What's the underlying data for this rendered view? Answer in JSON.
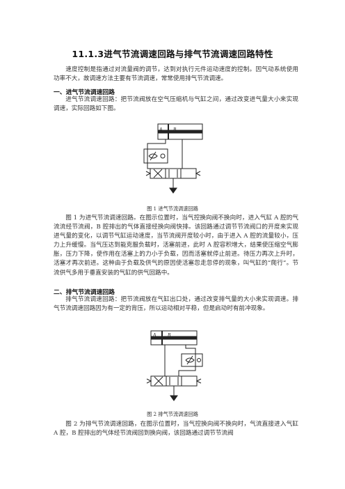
{
  "title": "11.1.3进气节流调速回路与排气节流调速回路特性",
  "intro": "速度控制是指通过对流量阀的调节，达到对执行元件运动速度的控制。因气动系统使用功率不大，故调速方法主要有节流调速，常常使用排气节流调速。",
  "section1": {
    "heading": "一、进气节流调速回路",
    "text": "进气节流调速回路：把节流阀放在空气压缩机与气缸之间，通过改变进气量大小来实现调速，实际回路如下图。",
    "figure_label_a": "A",
    "figure_label_b": "B",
    "caption": "图 1  进气节流调速回路",
    "description": "图 1 为进气节流调速回路。在图示位置时，当气控换向阀不换向时，进入气缸 A 腔的气流流经节流阀，B 腔排出的气体直接经换向阀快排。该回路通过调节节流阀口的开度来实现进气量的变化，以调节气缸运动速度，当节流阀开度较小时，由于进入 A 腔的流量较小，压力上升缓慢。当气压达到能克服负载时，活塞前进，此时 A 腔容积增大，结果使压缩空气膨胀，压力下降，使作用在活塞上的力小于负载，因而活塞就停止前进。待压力再次上升时，活塞才再次前进。这种由于负载及供气的原因使活塞忽走忽停的现象，叫气缸的“爬行”。节流供气多用于垂直安装的气缸的供气回路中。"
  },
  "section2": {
    "heading": "二、排气节流调速回路",
    "text": "排气节流调速回路：把节流阀放在气缸出口处，通过改变排气量的大小来实现调速。排气节流调速回路因为有一定的背压，所以运动相对平稳，但是启动时有前冲现象。",
    "figure_label_a": "A",
    "figure_label_b": "B",
    "caption": "图 2  排气节流调速回路",
    "description": "图 2 为排气节流调速回路，在图示位置时，当气控换向阀不换向时，气流直接进入气缸 A 腔，B 腔排出的气体经节流阀回到换向阀，该回路通过调节节流阀"
  }
}
